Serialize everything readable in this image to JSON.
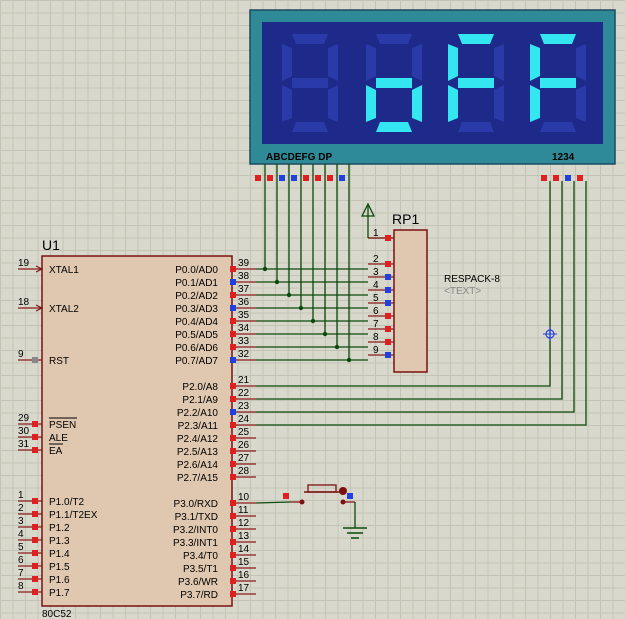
{
  "chip": {
    "ref": "U1",
    "part": "80C52",
    "left_pins": [
      {
        "num": "19",
        "name": "XTAL1"
      },
      {
        "num": "18",
        "name": "XTAL2"
      },
      {
        "num": "9",
        "name": "RST"
      },
      {
        "num": "29",
        "name": "PSEN"
      },
      {
        "num": "30",
        "name": "ALE"
      },
      {
        "num": "31",
        "name": "EA"
      },
      {
        "num": "1",
        "name": "P1.0/T2"
      },
      {
        "num": "2",
        "name": "P1.1/T2EX"
      },
      {
        "num": "3",
        "name": "P1.2"
      },
      {
        "num": "4",
        "name": "P1.3"
      },
      {
        "num": "5",
        "name": "P1.4"
      },
      {
        "num": "6",
        "name": "P1.5"
      },
      {
        "num": "7",
        "name": "P1.6"
      },
      {
        "num": "8",
        "name": "P1.7"
      }
    ],
    "right_pins": [
      {
        "num": "39",
        "name": "P0.0/AD0"
      },
      {
        "num": "38",
        "name": "P0.1/AD1"
      },
      {
        "num": "37",
        "name": "P0.2/AD2"
      },
      {
        "num": "36",
        "name": "P0.3/AD3"
      },
      {
        "num": "35",
        "name": "P0.4/AD4"
      },
      {
        "num": "34",
        "name": "P0.5/AD5"
      },
      {
        "num": "33",
        "name": "P0.6/AD6"
      },
      {
        "num": "32",
        "name": "P0.7/AD7"
      },
      {
        "num": "21",
        "name": "P2.0/A8"
      },
      {
        "num": "22",
        "name": "P2.1/A9"
      },
      {
        "num": "23",
        "name": "P2.2/A10"
      },
      {
        "num": "24",
        "name": "P2.3/A11"
      },
      {
        "num": "25",
        "name": "P2.4/A12"
      },
      {
        "num": "26",
        "name": "P2.5/A13"
      },
      {
        "num": "27",
        "name": "P2.6/A14"
      },
      {
        "num": "28",
        "name": "P2.7/A15"
      },
      {
        "num": "10",
        "name": "P3.0/RXD"
      },
      {
        "num": "11",
        "name": "P3.1/TXD"
      },
      {
        "num": "12",
        "name": "P3.2/INT0"
      },
      {
        "num": "13",
        "name": "P3.3/INT1"
      },
      {
        "num": "14",
        "name": "P3.4/T0"
      },
      {
        "num": "15",
        "name": "P3.5/T1"
      },
      {
        "num": "16",
        "name": "P3.6/WR"
      },
      {
        "num": "17",
        "name": "P3.7/RD"
      }
    ]
  },
  "resistor_pack": {
    "ref": "RP1",
    "part": "RESPACK-8",
    "text": "<TEXT>",
    "pins": [
      "1",
      "2",
      "3",
      "4",
      "5",
      "6",
      "7",
      "8",
      "9"
    ]
  },
  "display": {
    "shown_text": "oFF",
    "segment_label": "ABCDEFG DP",
    "digit_label": "1234",
    "color_bg": "#1e2a8a",
    "color_segment_on": "#33e6f0",
    "color_segment_off": "#2a3aa8",
    "color_frame": "#2e8a96"
  },
  "colors": {
    "wire": "#0a4a0a",
    "chip_fill": "#e0c8b0",
    "chip_border": "#7a1010",
    "pin_red": "#e02020",
    "pin_blue": "#2040e0",
    "pin_gray": "#888888"
  }
}
